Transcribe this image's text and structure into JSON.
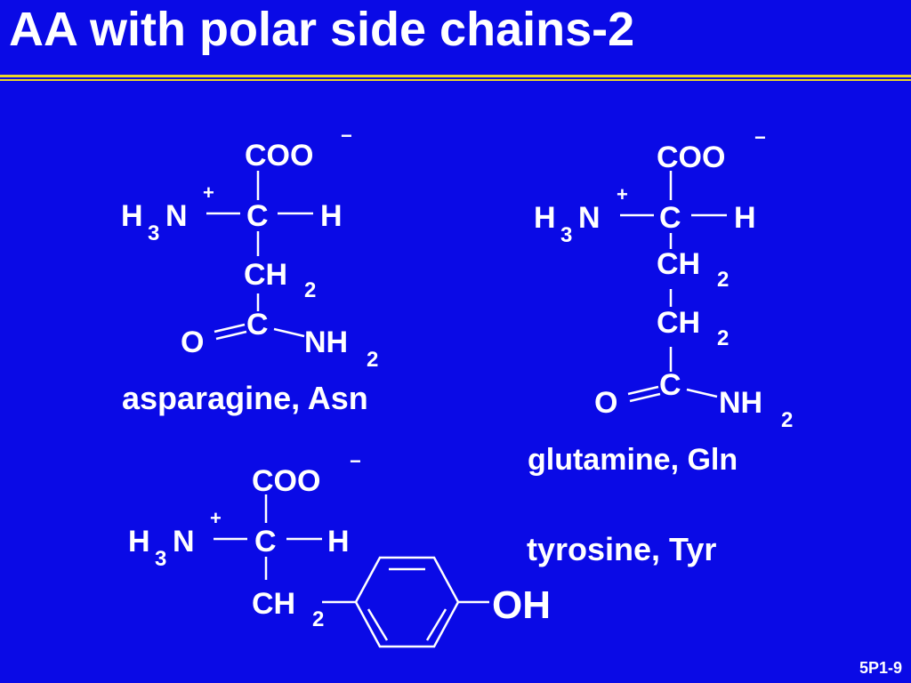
{
  "slide": {
    "title": "AA with polar side chains-2",
    "slide_number": "5P1-9"
  },
  "molecules": {
    "asn": {
      "name": "asparagine, Asn",
      "carboxylate": "COO",
      "charge_minus": "−",
      "amino_H": "H",
      "amino_sub": "3",
      "amino_N": "N",
      "charge_plus": "+",
      "alpha_C": "C",
      "alpha_H": "H",
      "ch2_1": "CH",
      "ch2_1_sub": "2",
      "carbonyl_C": "C",
      "carbonyl_O": "O",
      "amide_NH": "NH",
      "amide_sub": "2"
    },
    "gln": {
      "name": "glutamine, Gln",
      "carboxylate": "COO",
      "charge_minus": "−",
      "amino_H": "H",
      "amino_sub": "3",
      "amino_N": "N",
      "charge_plus": "+",
      "alpha_C": "C",
      "alpha_H": "H",
      "ch2_1": "CH",
      "ch2_1_sub": "2",
      "ch2_2": "CH",
      "ch2_2_sub": "2",
      "carbonyl_C": "C",
      "carbonyl_O": "O",
      "amide_NH": "NH",
      "amide_sub": "2"
    },
    "tyr": {
      "name": "tyrosine, Tyr",
      "carboxylate": "COO",
      "charge_minus": "−",
      "amino_H": "H",
      "amino_sub": "3",
      "amino_N": "N",
      "charge_plus": "+",
      "alpha_C": "C",
      "alpha_H": "H",
      "ch2_1": "CH",
      "ch2_1_sub": "2",
      "hydroxyl": "OH"
    }
  },
  "colors": {
    "background": "#0a0ae6",
    "text": "#ffffff",
    "rule": "#e8d62a"
  }
}
